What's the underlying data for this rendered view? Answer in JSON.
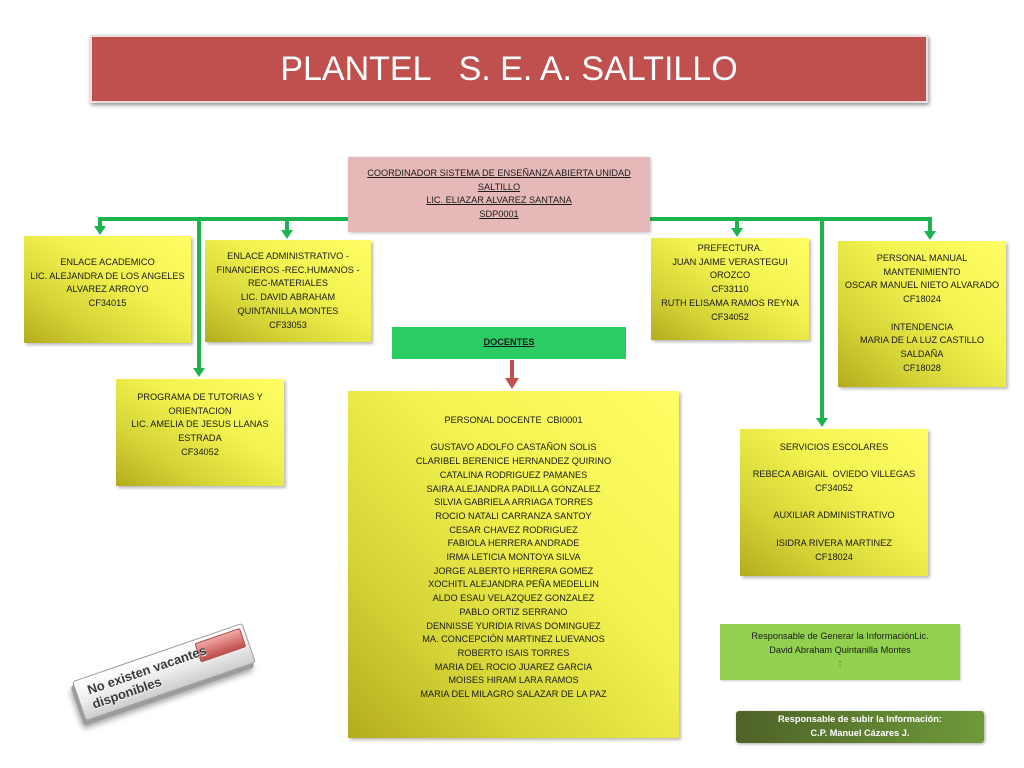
{
  "title": "PLANTEL   S. E. A. SALTILLO",
  "coordinator": {
    "lines": [
      "COORDINADOR SISTEMA DE ENSEÑANZA ABIERTA UNIDAD",
      "SALTILLO",
      "LIC. ELIAZAR ALVAREZ SANTANA",
      "SDP0001"
    ]
  },
  "enlace_academico": {
    "lines": [
      "ENLACE ACADEMICO",
      "LIC. ALEJANDRA DE LOS ANGELES",
      "ALVAREZ ARROYO",
      "CF34015"
    ]
  },
  "enlace_administrativo": {
    "lines": [
      "ENLACE ADMINISTRATIVO -",
      "FINANCIEROS -REC.HUMANOS -",
      "REC-MATERIALES",
      "LIC. DAVID ABRAHAM",
      "QUINTANILLA MONTES",
      "CF33053"
    ]
  },
  "prefectura": {
    "lines": [
      "PREFECTURA.",
      "JUAN JAIME VERASTEGUI",
      "OROZCO",
      "CF33110",
      "RUTH ELISAMA RAMOS REYNA",
      "CF34052"
    ]
  },
  "personal_manual": {
    "mantenimiento": [
      "PERSONAL MANUAL",
      "MANTENIMIENTO",
      "OSCAR MANUEL NIETO ALVARADO",
      "CF18024"
    ],
    "intendencia": [
      "INTENDENCIA",
      "MARIA DE LA LUZ CASTILLO",
      "SALDAÑA",
      "CF18028"
    ]
  },
  "docentes_header": "DOCENTES",
  "tutorias": {
    "lines": [
      "PROGRAMA DE TUTORIAS Y",
      "ORIENTACION",
      "LIC. AMELIA DE JESUS LLANAS",
      "ESTRADA",
      "CF34052"
    ]
  },
  "personal_docente": {
    "heading": "PERSONAL DOCENTE  CBI0001",
    "names": [
      "GUSTAVO ADOLFO CASTAÑON SOLIS",
      "CLARIBEL BERENICE HERNANDEZ QUIRINO",
      "CATALINA RODRIGUEZ PAMANES",
      "SAIRA ALEJANDRA PADILLA GONZALEZ",
      "SILVIA GABRIELA ARRIAGA TORRES",
      "ROCIO NATALI CARRANZA SANTOY",
      "CESAR CHAVEZ RODRIGUEZ",
      "FABIOLA HERRERA ANDRADE",
      "IRMA LETICIA MONTOYA SILVA",
      "JORGE ALBERTO HERRERA GOMEZ",
      "XOCHITL ALEJANDRA PEÑA MEDELLIN",
      "ALDO ESAU VELAZQUEZ GONZALEZ",
      "PABLO ORTIZ SERRANO",
      "DENNISSE YURIDIA RIVAS DOMINGUEZ",
      "MA. CONCEPCIÓN MARTINEZ LUEVANOS",
      "ROBERTO ISAIS TORRES",
      "MARIA DEL ROCIO JUAREZ GARCIA",
      "MOISES HIRAM LARA RAMOS",
      "MARIA DEL MILAGRO SALAZAR DE LA PAZ"
    ]
  },
  "servicios_escolares": {
    "heading": "SERVICIOS ESCOLARES",
    "titular": [
      "REBECA ABIGAIL  OVIEDO VILLEGAS",
      "CF34052"
    ],
    "auxiliar_heading": "AUXILIAR ADMINISTRATIVO",
    "auxiliar": [
      "ISIDRA RIVERA MARTINEZ",
      "CF18024"
    ]
  },
  "responsable_generar": {
    "lines": [
      "Responsable de Generar la InformaciónLic.",
      "David Abraham Quintanilla Montes",
      ":"
    ]
  },
  "responsable_subir": {
    "lines": [
      "Responsable de subir la Información:",
      "C.P. Manuel Cázares J."
    ]
  },
  "vacancy_tag": {
    "lines": [
      "No existen vacantes",
      "disponibles"
    ]
  },
  "colors": {
    "banner": "#c0504d",
    "connector": "#1db34f",
    "docentes_arrow": "#c0504d",
    "coordinator_box": "#e6b9b8",
    "docentes_header_box": "#2ccb63",
    "responsable_generar_box": "#92d050",
    "responsable_subir_box": "#4f6228"
  }
}
